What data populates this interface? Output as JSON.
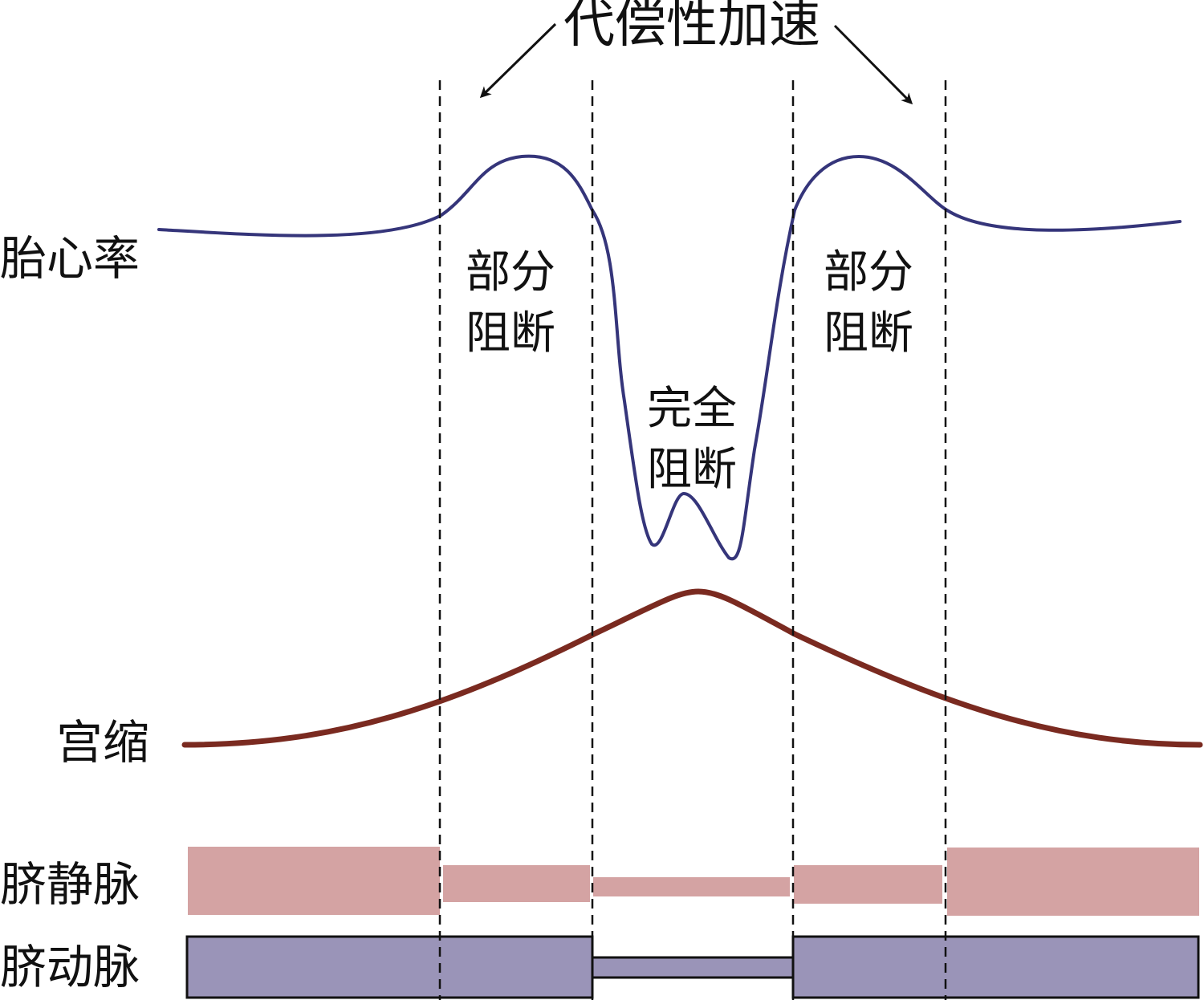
{
  "title": "代偿性加速",
  "labels": {
    "fhr": "胎心率",
    "contraction": "宫缩",
    "vein": "脐静脉",
    "artery": "脐动脉"
  },
  "phases": {
    "partial_left": {
      "line1": "部分",
      "line2": "阻断"
    },
    "complete": {
      "line1": "完全",
      "line2": "阻断"
    },
    "partial_right": {
      "line1": "部分",
      "line2": "阻断"
    }
  },
  "colors": {
    "fhr_line": "#35357a",
    "contraction_line": "#7a2a20",
    "vein_fill": "#d4a3a3",
    "artery_fill": "#9a94b8",
    "artery_stroke": "#111111",
    "dashed": "#111111",
    "text": "#111111"
  }
}
